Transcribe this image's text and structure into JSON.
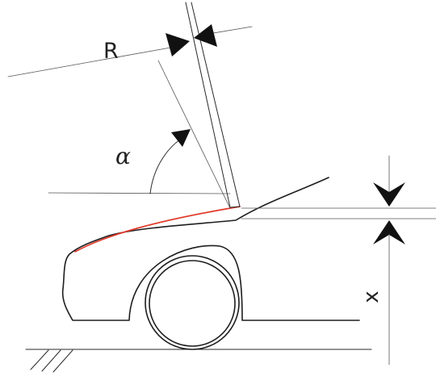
{
  "labels": {
    "radius": "R",
    "angle": "α",
    "height": "x"
  },
  "colors": {
    "outline": "#1e1e1e",
    "contact_curve": "#e03a2a",
    "background": "#ffffff"
  }
}
